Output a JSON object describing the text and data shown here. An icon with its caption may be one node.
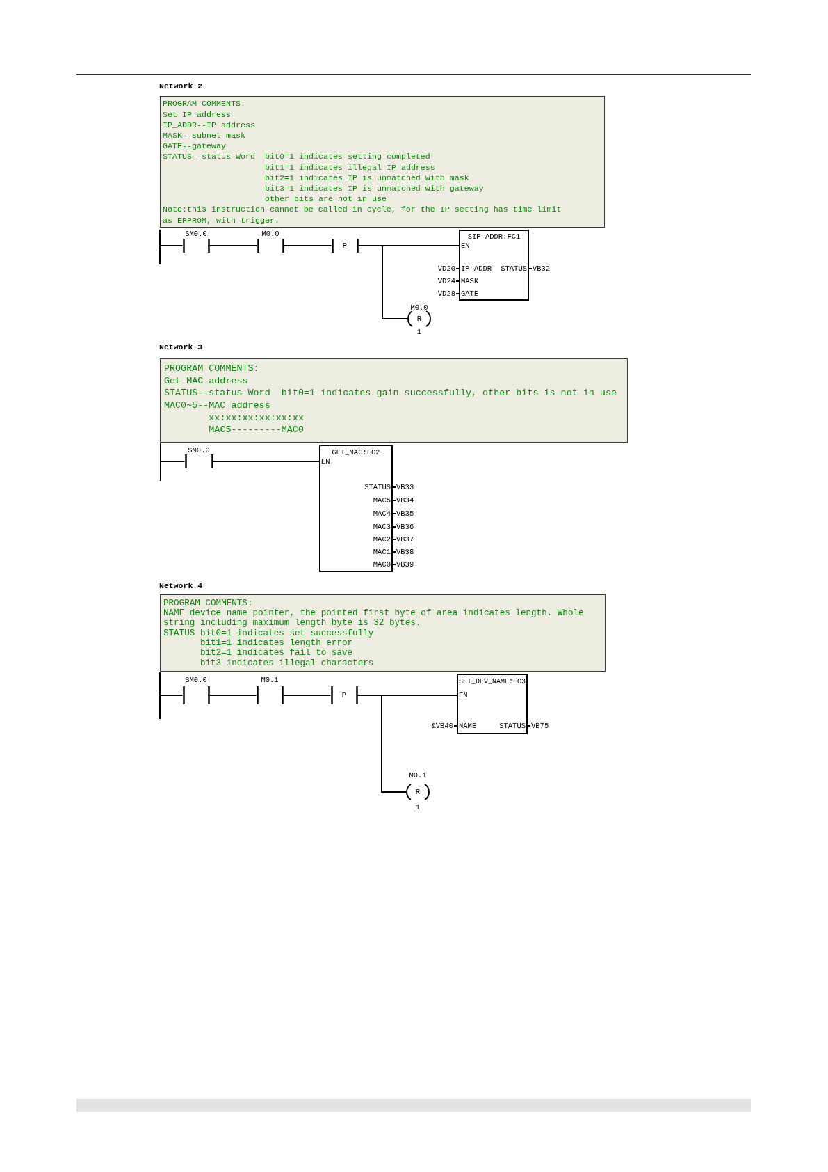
{
  "diagram": {
    "nodes": [
      {
        "text": [
          "PROGRAM COMMENTS:",
          "Set IP address",
          "IP_ADDR--IP address",
          "MASK--subnet mask",
          "GATE--gateway",
          "STATUS--status Word",
          "bit0=1 indicates setting completed",
          "bit1=1 indicates illegal IP address",
          "bit2=1 indicates IP is unmatched with mask",
          "bit3=1 indicates IP is unmatched with gateway",
          "other bits are not in use",
          "Note:this instruction cannot be called in cycle, for the IP setting has time limit as EPPROM, with trigger."
        ]
      },
      {
        "text": [],
        "shape": "bar"
      },
      {
        "text": [
          "SM0.0"
        ]
      },
      {
        "text": [
          "M0.0"
        ]
      },
      {
        "text": [
          "P"
        ]
      },
      {
        "text": [
          "SIP_ADDR:FC1",
          "EN",
          "IP_ADDR",
          "MASK",
          "GATE",
          "STATUS"
        ],
        "beside": [
          "VD20",
          "VD24",
          "VD28",
          "VB32"
        ]
      },
      {
        "text": [
          "M0.0",
          "R",
          "1"
        ]
      },
      {
        "text": [
          "PROGRAM COMMENTS:",
          "Get MAC address",
          "STATUS--status Word",
          "bit0=1 indicates gain successfully, other bits is not in use",
          "MAC0~5--MAC address",
          "xx:xx:xx:xx:xx:xx",
          "MAC5---------MAC0"
        ]
      },
      {
        "text": [],
        "shape": "bar"
      },
      {
        "text": [
          "SM0.0"
        ]
      },
      {
        "text": [
          "GET_MAC:FC2",
          "EN",
          "STATUS",
          "MAC5",
          "MAC4",
          "MAC3",
          "MAC2",
          "MAC1",
          "MAC0"
        ],
        "beside": [
          "VB33",
          "VB34",
          "VB35",
          "VB36",
          "VB37",
          "VB38",
          "VB39"
        ]
      },
      {
        "text": [
          "PROGRAM COMMENTS:",
          "NAME device name pointer, the pointed first byte of area indicates length. Whole string including maximum length byte is 32 bytes.",
          "STATUS",
          "bit0=1 indicates set successfully",
          "bit1=1 indicates length error",
          "bit2=1 indicates fail to save",
          "bit3 indicates illegal characters"
        ]
      },
      {
        "text": [],
        "shape": "bar"
      },
      {
        "text": [
          "SM0.0"
        ]
      },
      {
        "text": [
          "M0.1"
        ]
      },
      {
        "text": [
          "P"
        ]
      },
      {
        "text": [
          "SET_DEV_NAME:FC3",
          "EN",
          "NAME",
          "STATUS"
        ],
        "beside": [
          "&VB40",
          "VB75"
        ]
      },
      {
        "text": [
          "M0.1",
          "R",
          "1"
        ]
      }
    ],
    "edges": [
      {
        "from": 1,
        "to": 2,
        "arrow": "none"
      },
      {
        "from": 2,
        "to": 3,
        "arrow": "none"
      },
      {
        "from": 3,
        "to": 4,
        "arrow": "none"
      },
      {
        "from": 4,
        "to": 5,
        "arrow": "none"
      },
      {
        "from": 4,
        "to": 6,
        "arrow": "none"
      },
      {
        "from": 8,
        "to": 9,
        "arrow": "none"
      },
      {
        "from": 9,
        "to": 10,
        "arrow": "none"
      },
      {
        "from": 12,
        "to": 13,
        "arrow": "none"
      },
      {
        "from": 13,
        "to": 14,
        "arrow": "none"
      },
      {
        "from": 14,
        "to": 15,
        "arrow": "none"
      },
      {
        "from": 15,
        "to": 16,
        "arrow": "none"
      },
      {
        "from": 15,
        "to": 17,
        "arrow": "none"
      }
    ],
    "labels": [
      "Network 2",
      "Network 3",
      "Network 4"
    ]
  }
}
